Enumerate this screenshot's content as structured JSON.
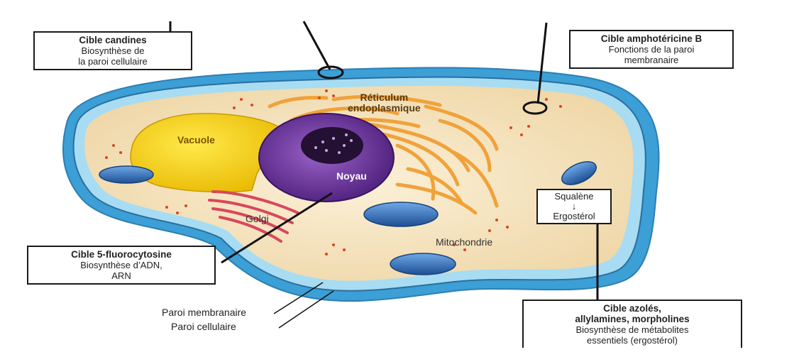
{
  "organelles": {
    "vacuole": "Vacuole",
    "nucleus": "Noyau",
    "er_line1": "Réticulum",
    "er_line2": "endoplasmique",
    "golgi": "Golgi",
    "mitochondria": "Mitochondrie",
    "squalene": "Squalène",
    "ergosterol": "Ergostérol",
    "arrow": "↓"
  },
  "targets": {
    "candines": {
      "title": "Cible candines",
      "line1": "Biosynthèse de",
      "line2": "la paroi cellulaire"
    },
    "amphotericine": {
      "title": "Cible amphotéricine B",
      "line1": "Fonctions de la paroi",
      "line2": "membranaire"
    },
    "fluorocytosine": {
      "title": "Cible 5-fluorocytosine",
      "line1": "Biosynthèse d’ADN,",
      "line2": "ARN"
    },
    "azoles": {
      "title1": "Cible azolés,",
      "title2": "allylamines, morpholines",
      "line1": "Biosynthèse de métabolites",
      "line2": "essentiels (ergostérol)"
    }
  },
  "walls": {
    "membrane": "Paroi membranaire",
    "cell_wall": "Paroi cellulaire"
  },
  "colors": {
    "outer_wall": "#4fa9d9",
    "wall_rim": "#6dbde6",
    "cytoplasm": "#f7e6c2",
    "vacuole": "#f4d21f",
    "nucleus": "#6a2f9c",
    "er": "#f0a23a",
    "golgi": "#d8475e",
    "mitochondria": "#2f6fb5"
  }
}
